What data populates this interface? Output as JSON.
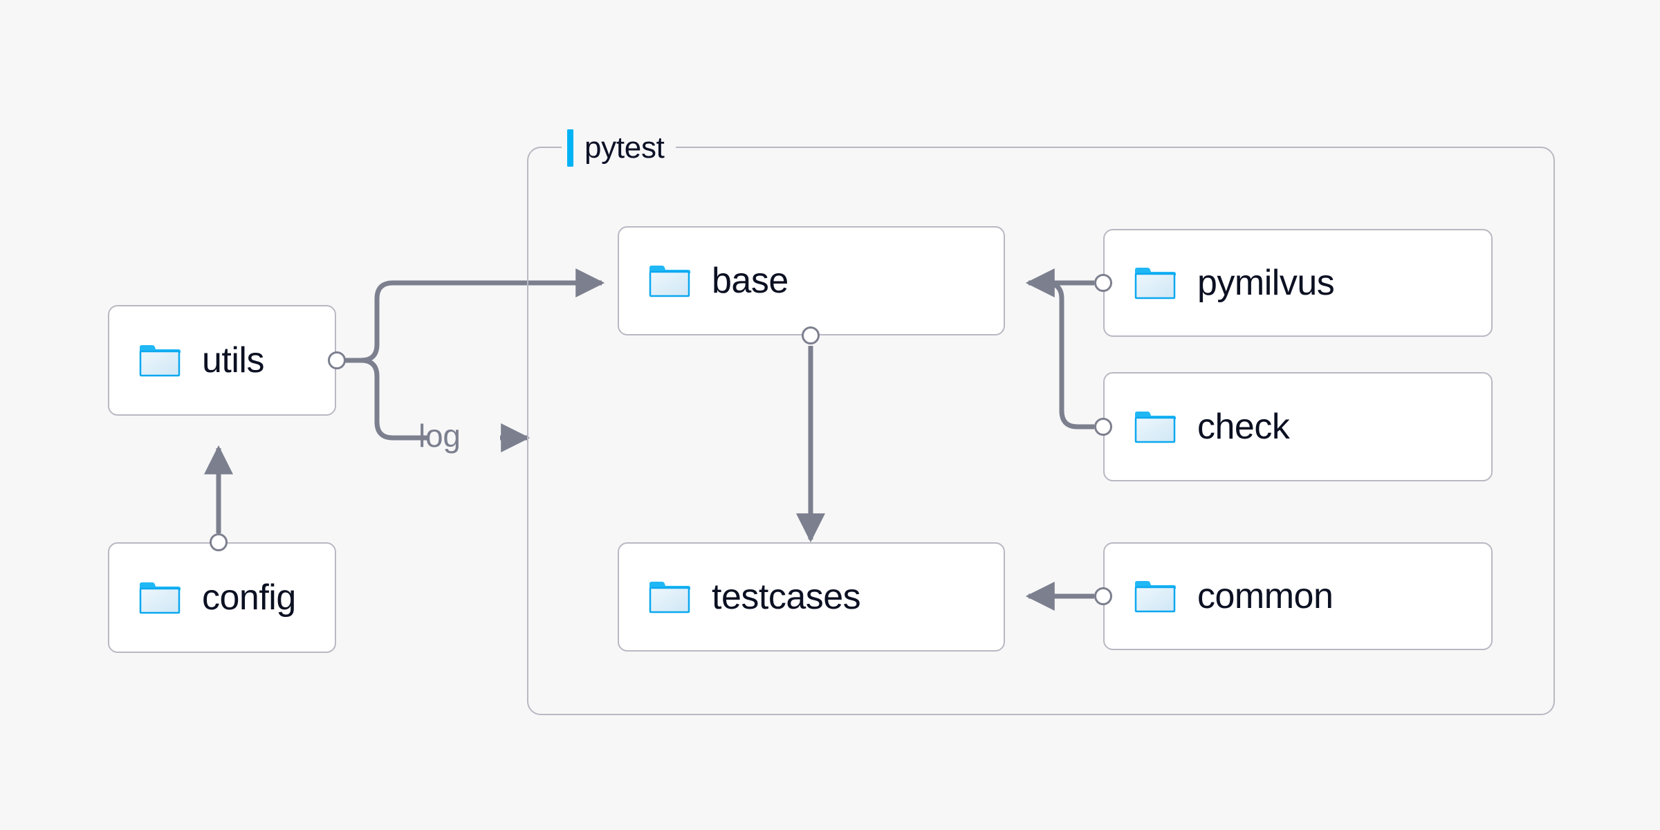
{
  "diagram": {
    "background_color": "#f7f7f8",
    "accent_color": "#01b2f4",
    "edge_color": "#7c7f8e",
    "border_color": "#b9b8c2",
    "text_color": "#0b1022"
  },
  "group": {
    "label": "pytest",
    "accent_color": "#01b2f4"
  },
  "nodes": [
    {
      "id": "utils",
      "label": "utils",
      "icon": "folder-icon"
    },
    {
      "id": "config",
      "label": "config",
      "icon": "folder-icon"
    },
    {
      "id": "base",
      "label": "base",
      "icon": "folder-icon"
    },
    {
      "id": "testcases",
      "label": "testcases",
      "icon": "folder-icon"
    },
    {
      "id": "pymilvus",
      "label": "pymilvus",
      "icon": "folder-icon"
    },
    {
      "id": "check",
      "label": "check",
      "icon": "folder-icon"
    },
    {
      "id": "common",
      "label": "common",
      "icon": "folder-icon"
    }
  ],
  "edges": [
    {
      "id": "utils-base",
      "from": "utils",
      "to": "base",
      "label": ""
    },
    {
      "id": "utils-log",
      "from": "utils",
      "to": "pytest",
      "label": "log"
    },
    {
      "id": "config-utils",
      "from": "config",
      "to": "utils",
      "label": ""
    },
    {
      "id": "base-testcases",
      "from": "base",
      "to": "testcases",
      "label": ""
    },
    {
      "id": "pymilvus-base",
      "from": "pymilvus",
      "to": "base",
      "label": ""
    },
    {
      "id": "check-base",
      "from": "check",
      "to": "base",
      "label": ""
    },
    {
      "id": "common-testcases",
      "from": "common",
      "to": "testcases",
      "label": ""
    }
  ]
}
